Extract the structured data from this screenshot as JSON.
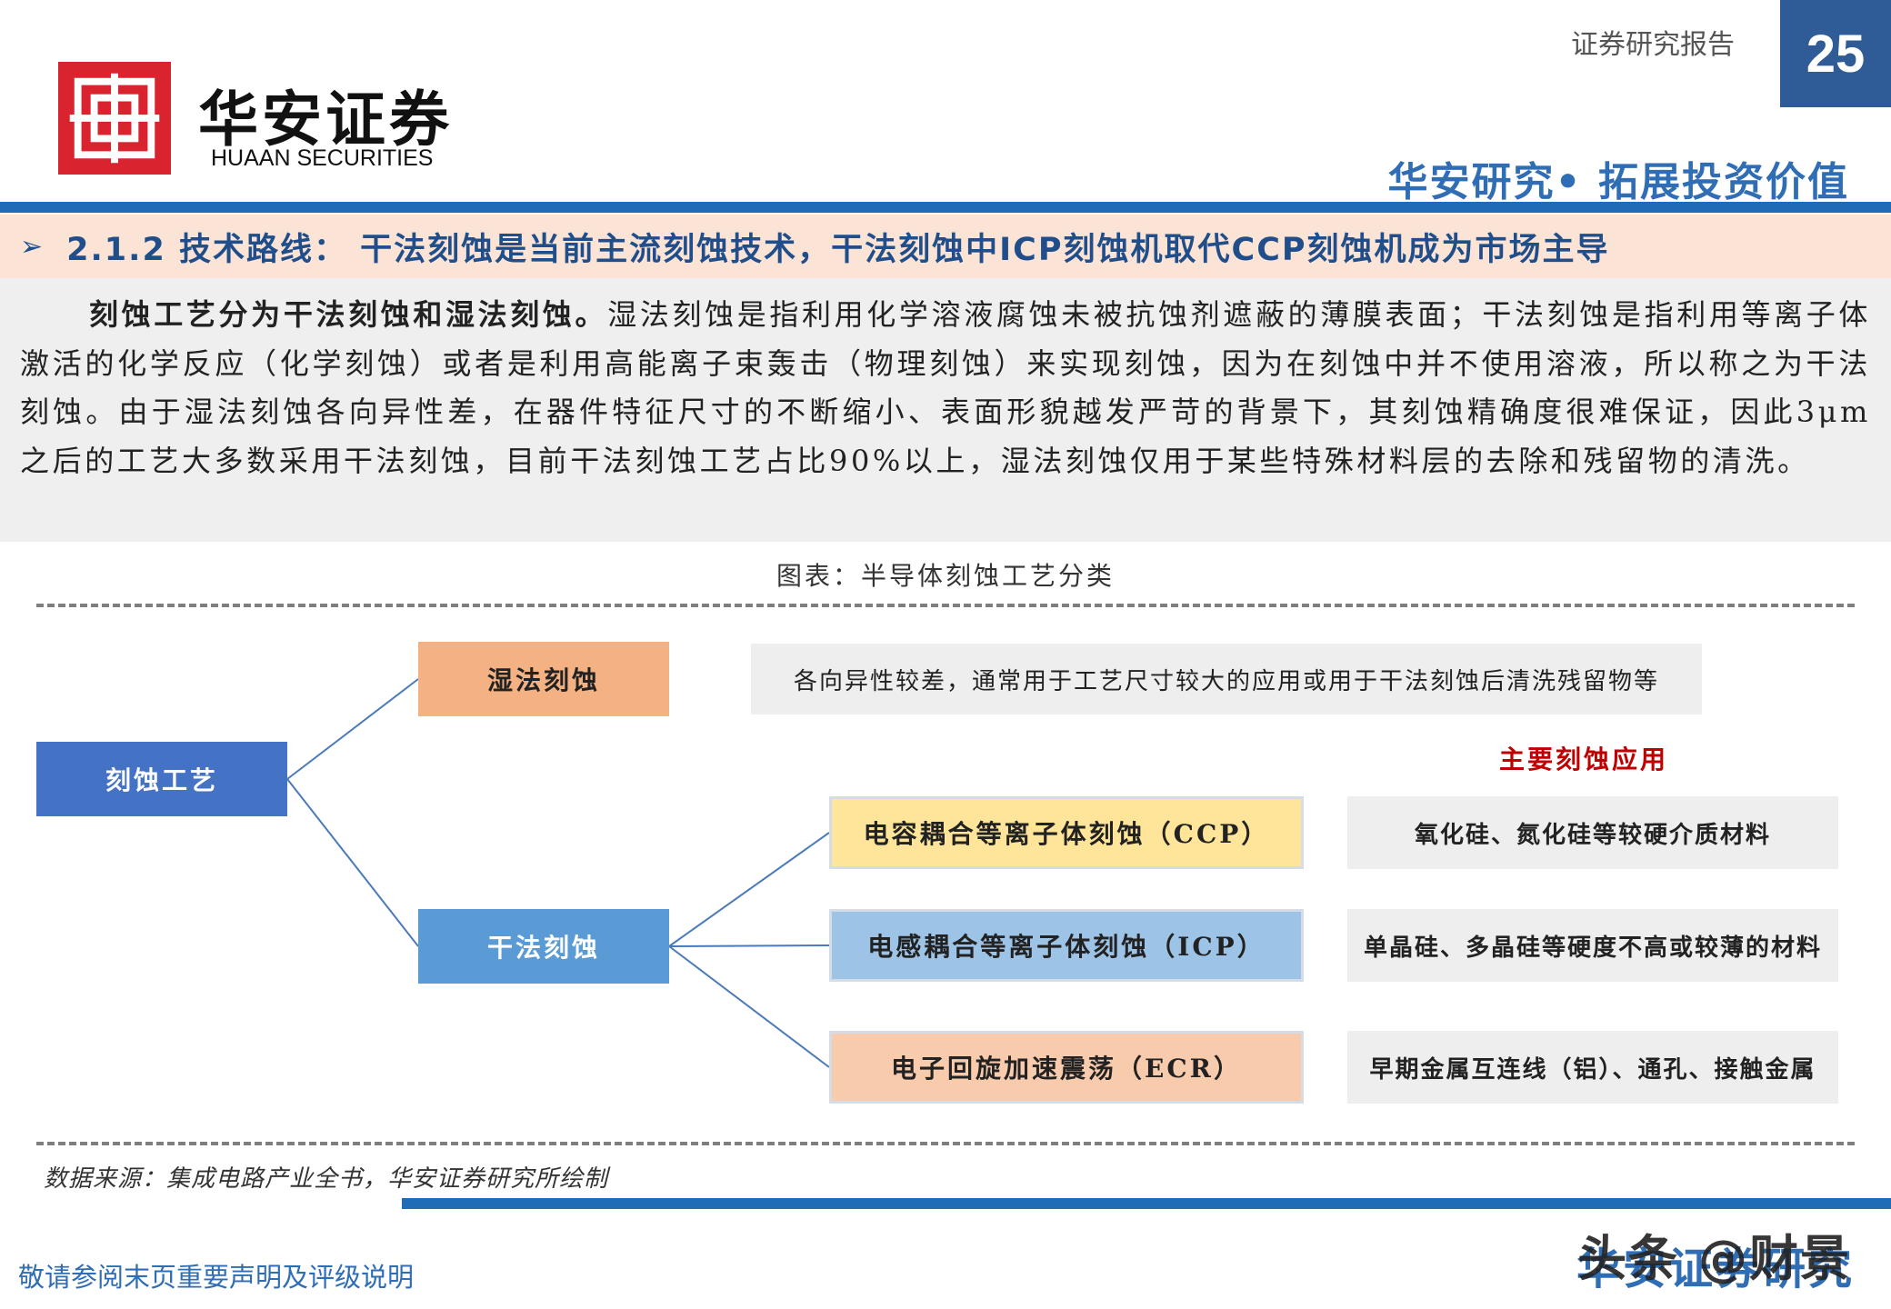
{
  "header": {
    "brand_cn": "华安证券",
    "brand_en": "HUAAN SECURITIES",
    "report_type": "证券研究报告",
    "page_number": "25",
    "slogan": "华安研究• 拓展投资价值",
    "colors": {
      "brand_red": "#d9232e",
      "brand_blue": "#1f6bb5"
    }
  },
  "section": {
    "title": "2.1.2 技术路线： 干法刻蚀是当前主流刻蚀技术，干法刻蚀中ICP刻蚀机取代CCP刻蚀机成为市场主导"
  },
  "body": {
    "lead": "刻蚀工艺分为干法刻蚀和湿法刻蚀。",
    "text": "湿法刻蚀是指利用化学溶液腐蚀未被抗蚀剂遮蔽的薄膜表面；干法刻蚀是指利用等离子体激活的化学反应（化学刻蚀）或者是利用高能离子束轰击（物理刻蚀）来实现刻蚀，因为在刻蚀中并不使用溶液，所以称之为干法刻蚀。由于湿法刻蚀各向异性差，在器件特征尺寸的不断缩小、表面形貌越发严苛的背景下，其刻蚀精确度很难保证，因此3μm之后的工艺大多数采用干法刻蚀，目前干法刻蚀工艺占比90%以上，湿法刻蚀仅用于某些特殊材料层的去除和残留物的清洗。"
  },
  "figure": {
    "title": "图表：半导体刻蚀工艺分类",
    "root": "刻蚀工艺",
    "wet": {
      "label": "湿法刻蚀",
      "description": "各向异性较差，通常用于工艺尺寸较大的应用或用于干法刻蚀后清洗残留物等"
    },
    "dry": {
      "label": "干法刻蚀",
      "applications_label": "主要刻蚀应用",
      "children": [
        {
          "label": "电容耦合等离子体刻蚀（CCP）",
          "application": "氧化硅、氮化硅等较硬介质材料"
        },
        {
          "label": "电感耦合等离子体刻蚀（ICP）",
          "application": "单晶硅、多晶硅等硬度不高或较薄的材料"
        },
        {
          "label": "电子回旋加速震荡（ECR）",
          "application": "早期金属互连线（铝）、通孔、接触金属"
        }
      ]
    },
    "source": "数据来源：集成电路产业全书，华安证券研究所绘制"
  },
  "footer": {
    "disclaimer": "敬请参阅末页重要声明及评级说明",
    "brand": "华安证券研究",
    "watermark": "头条 @财景"
  }
}
